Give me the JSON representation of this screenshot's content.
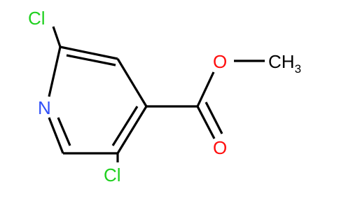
{
  "molecule": {
    "atoms": {
      "cl_top": "Cl",
      "n_ring": "N",
      "cl_bottom": "Cl",
      "o_ester": "O",
      "o_carbonyl": "O",
      "methyl_c": "CH",
      "methyl_sub": "3"
    },
    "colors": {
      "bond": "#000000",
      "chlorine": "#1fd01f",
      "nitrogen": "#3050f8",
      "oxygen": "#ff0d0d",
      "carbon": "#000000"
    }
  }
}
